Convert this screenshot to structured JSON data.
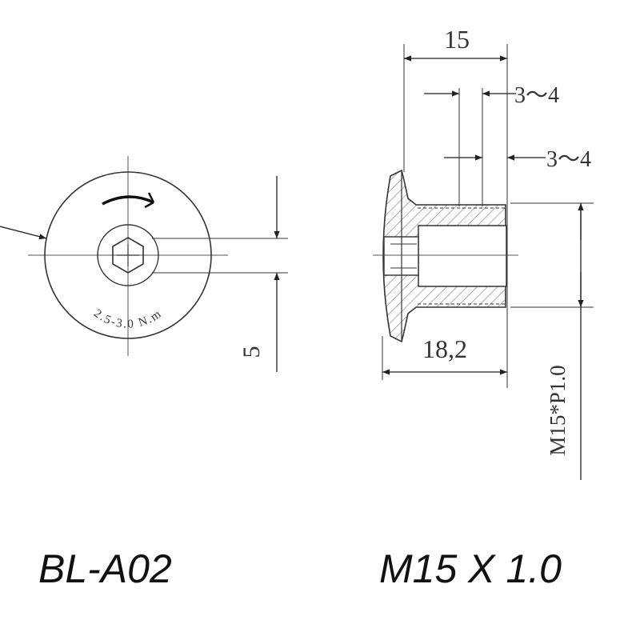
{
  "drawing": {
    "torque_text": "2.5-3.0 N.m",
    "dim_head_offset": "5",
    "dim_total_length": "15",
    "dim_step_1": "3～4",
    "dim_step_2": "3～4",
    "dim_flange_diameter": "18,2",
    "dim_thread_spec": "M15*P1.0"
  },
  "captions": {
    "model": "BL-A02",
    "thread": "M15 X 1.0"
  },
  "colors": {
    "line": "#333333",
    "hatch": "#777777",
    "text": "#111111"
  }
}
